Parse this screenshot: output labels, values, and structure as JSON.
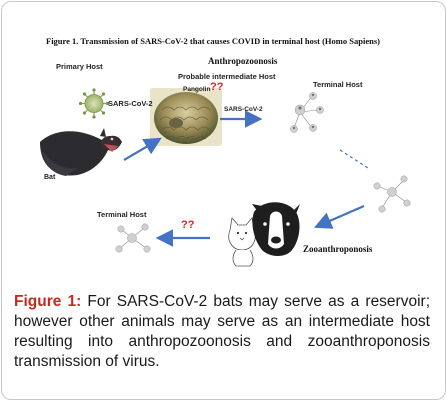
{
  "figure_title": "Figure 1.   Transmission of SARS-CoV-2 that causes COVID in terminal host (Homo Sapiens)",
  "labels": {
    "primary_host": "Primary Host",
    "virus": "SARS-CoV-2",
    "bat": "Bat",
    "anthropozoonosis": "Anthropozoonosis",
    "probable_intermediate_host": "Probable intermediate Host",
    "pangolin": "Pangolin",
    "question_marks": "??",
    "arrow_label": "SARS-CoV-2",
    "terminal_host_top": "Terminal Host",
    "terminal_host_bottom": "Terminal Host",
    "zooanthroponosis": "Zooanthroponosis"
  },
  "caption": {
    "label": "Figure 1:",
    "text": " For SARS-CoV-2 bats may serve as a reservoir; however other animals may serve as an intermediate host resulting into anthropozoonosis and zooanthroponosis transmission of virus."
  },
  "colors": {
    "arrow": "#4472c4",
    "question": "#e02020",
    "caption_label": "#c62b20"
  }
}
